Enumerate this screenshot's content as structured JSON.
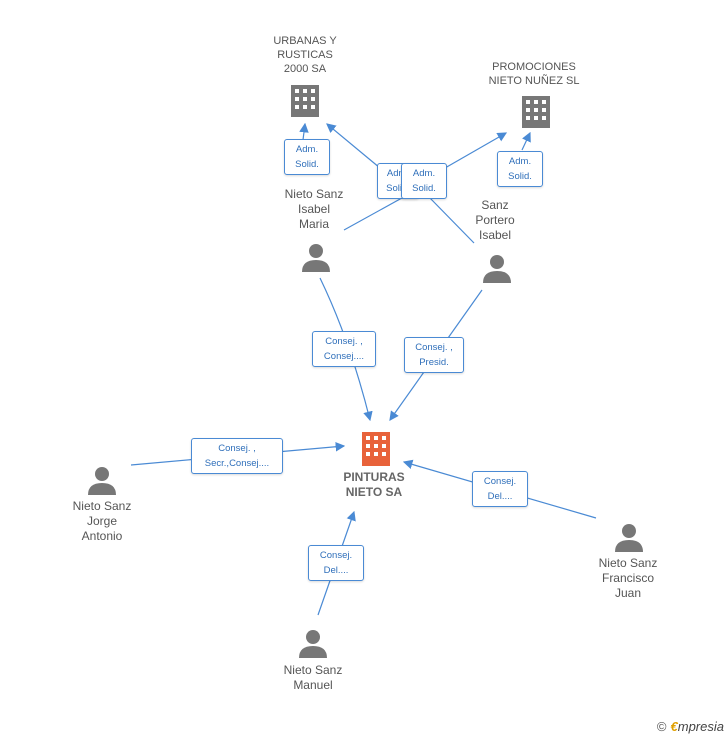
{
  "colors": {
    "edge": "#4a8ad4",
    "node_gray": "#777777",
    "main_node": "#e8623a"
  },
  "nodes": {
    "urbanas": "URBANAS Y\nRUSTICAS\n2000 SA",
    "promociones": "PROMOCIONES\nNIETO NUÑEZ SL",
    "isabel_maria": "Nieto Sanz\nIsabel\nMaria",
    "sanz_portero": "Sanz\nPortero\nIsabel",
    "pinturas": "PINTURAS\nNIETO SA",
    "jorge": "Nieto Sanz\nJorge\nAntonio",
    "francisco": "Nieto Sanz\nFrancisco\nJuan",
    "manuel": "Nieto Sanz\nManuel"
  },
  "edges": {
    "isabel_urbanas": "Adm.\nSolid.",
    "isabel_promo": "Adm.\nSolid.",
    "sanz_urbanas": "Adm.\nSolid.",
    "sanz_promo": "Adm.\nSolid.",
    "isabel_pinturas": "Consej. ,\nConsej....",
    "sanz_pinturas": "Consej. ,\nPresid.",
    "jorge_pinturas": "Consej. ,\nSecr.,Consej....",
    "francisco_pinturas": "Consej.\nDel....",
    "manuel_pinturas": "Consej.\nDel...."
  },
  "footer": {
    "copyright": "©",
    "brand_first": "€",
    "brand_rest": "mpresia"
  }
}
